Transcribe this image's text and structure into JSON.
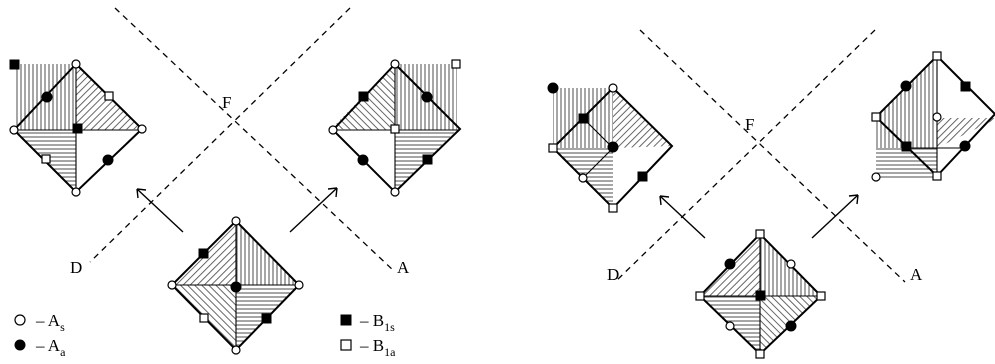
{
  "labels": {
    "fixed_point": "F",
    "axis_d": "D",
    "axis_a": "A"
  },
  "legend": [
    {
      "marker": "open-circle",
      "text": "– A",
      "sub": "s"
    },
    {
      "marker": "filled-circle",
      "text": "– A",
      "sub": "a"
    },
    {
      "marker": "filled-square",
      "text": "– B",
      "sub": "1s"
    },
    {
      "marker": "open-square",
      "text": "– B",
      "sub": "1a"
    }
  ]
}
